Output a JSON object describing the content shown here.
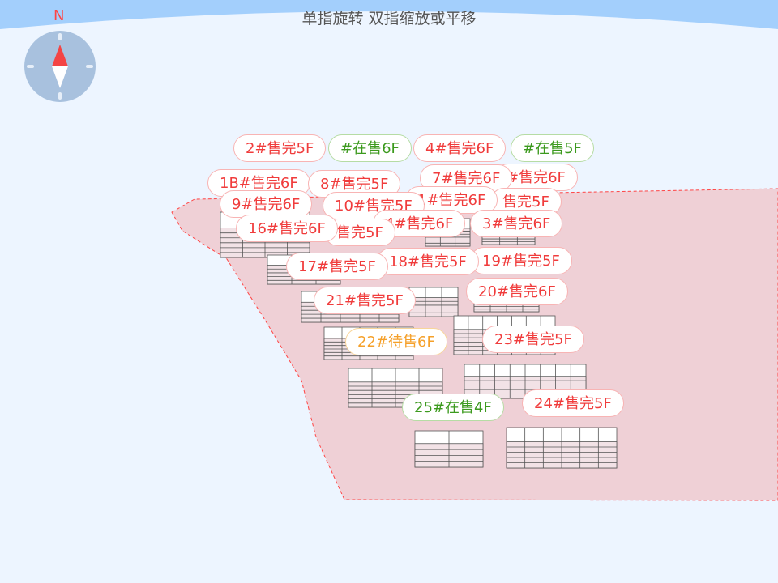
{
  "hint": "单指旋转 双指缩放或平移",
  "compass": {
    "north_label": "N",
    "accent": "#f44444"
  },
  "colors": {
    "sold": "#f03c3c",
    "on_sale": "#3c9a1e",
    "pending": "#f5a02a",
    "land": "#efd0d6"
  },
  "labels": [
    {
      "text": "2#售完5F",
      "status": "sold"
    },
    {
      "text": "#在售6F",
      "status": "on_sale"
    },
    {
      "text": "#在售5F",
      "status": "on_sale"
    },
    {
      "text": "4#售完6F",
      "status": "sold"
    },
    {
      "text": "#售完6F",
      "status": "sold"
    },
    {
      "text": "7#售完6F",
      "status": "sold"
    },
    {
      "text": "1B#售完6F",
      "status": "sold"
    },
    {
      "text": "8#售完5F",
      "status": "sold"
    },
    {
      "text": "售完5F",
      "status": "sold"
    },
    {
      "text": "1#售完6F",
      "status": "sold"
    },
    {
      "text": "9#售完6F",
      "status": "sold"
    },
    {
      "text": "10#售完5F",
      "status": "sold"
    },
    {
      "text": "3#售完6F",
      "status": "sold"
    },
    {
      "text": "4#售完6F",
      "status": "sold"
    },
    {
      "text": "售完5F",
      "status": "sold"
    },
    {
      "text": "16#售完6F",
      "status": "sold"
    },
    {
      "text": "19#售完5F",
      "status": "sold"
    },
    {
      "text": "18#售完5F",
      "status": "sold"
    },
    {
      "text": "17#售完5F",
      "status": "sold"
    },
    {
      "text": "20#售完6F",
      "status": "sold"
    },
    {
      "text": "21#售完5F",
      "status": "sold"
    },
    {
      "text": "22#待售6F",
      "status": "pending"
    },
    {
      "text": "23#售完5F",
      "status": "sold"
    },
    {
      "text": "24#售完5F",
      "status": "sold"
    },
    {
      "text": "25#在售4F",
      "status": "on_sale"
    }
  ]
}
